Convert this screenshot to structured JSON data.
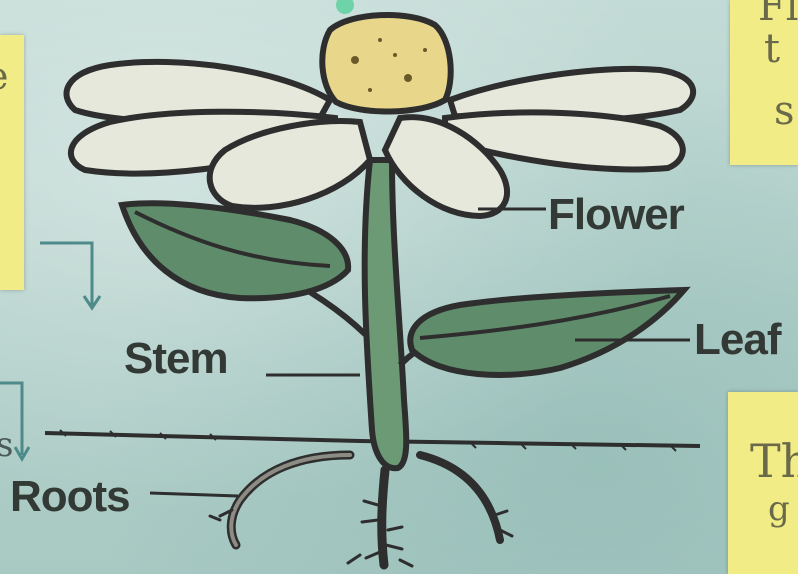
{
  "labels": {
    "flower": "Flower",
    "leaf": "Leaf",
    "stem": "Stem",
    "roots": "Roots"
  },
  "sticky_notes": {
    "left": "e",
    "top_right": [
      "Fl",
      "t",
      "s"
    ],
    "bottom_right": [
      "Th",
      "g"
    ],
    "left_edge": "s"
  },
  "colors": {
    "background": "#b9d5d0",
    "petal": "#e6e8dc",
    "center": "#e8d78a",
    "leaf": "#5f8c6a",
    "stem": "#6b9a74",
    "outline": "#2e2e2e",
    "sticky": "#f2ec86",
    "arrow": "#4e8a8a"
  }
}
